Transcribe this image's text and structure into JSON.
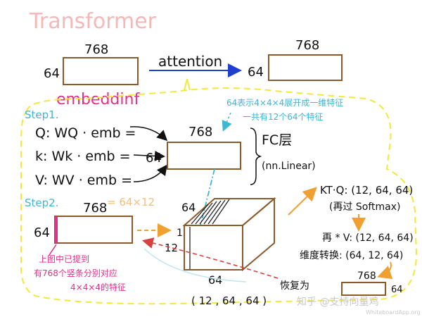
{
  "title": "Transformer",
  "top": {
    "embedding_label": "embeddinf",
    "attention_label": "attention",
    "emb_box": {
      "cols": "768",
      "rows": "64"
    },
    "att_box": {
      "cols": "768",
      "rows": "64"
    }
  },
  "cyan_note": {
    "line1": "64表示4×4×4展开成一维特征",
    "line2": "一共有12个64个特征"
  },
  "step1": {
    "label": "Step1.",
    "q": "Q: WQ · emb =",
    "k": "k: Wk · emb =",
    "v": "V: WV · emb =",
    "box": {
      "cols": "768",
      "rows": "64"
    },
    "fc_label": "FC层",
    "fc_sub": "(nn.Linear)"
  },
  "step2": {
    "label": "Step2.",
    "box": {
      "cols": "768",
      "rows": "64"
    },
    "size_note": "= 64×12",
    "pink_note": {
      "line1": "上图中已提到",
      "line2": "有768个竖条分别对应",
      "line3": "4×4×4的特征"
    }
  },
  "cube": {
    "top_label": "64",
    "left_label": "1",
    "side_label": "12",
    "bottom_label": "64",
    "shape_label": "( 12 , 64 , 64 )"
  },
  "right": {
    "ktq": "KT·Q: (12, 64, 64)",
    "softmax": "(再过 Softmax)",
    "times_v": "再 * V: (12, 64, 64)",
    "reshape": "维度转换: (64, 12, 64)",
    "restore": "恢复为",
    "restore_box": {
      "cols": "768",
      "rows": "64"
    }
  },
  "watermark": {
    "zhihu": "知乎 @支持向量鸡",
    "whiteboard": "WhiteboardApp.org"
  },
  "colors": {
    "box": "#8b5a2b",
    "blue_arrow": "#1f3fcf",
    "yellow": "#f2e93a",
    "cyan": "#3fb6d3",
    "pink": "#e0308a",
    "orange": "#f0a030",
    "red_dash": "#d94040"
  }
}
